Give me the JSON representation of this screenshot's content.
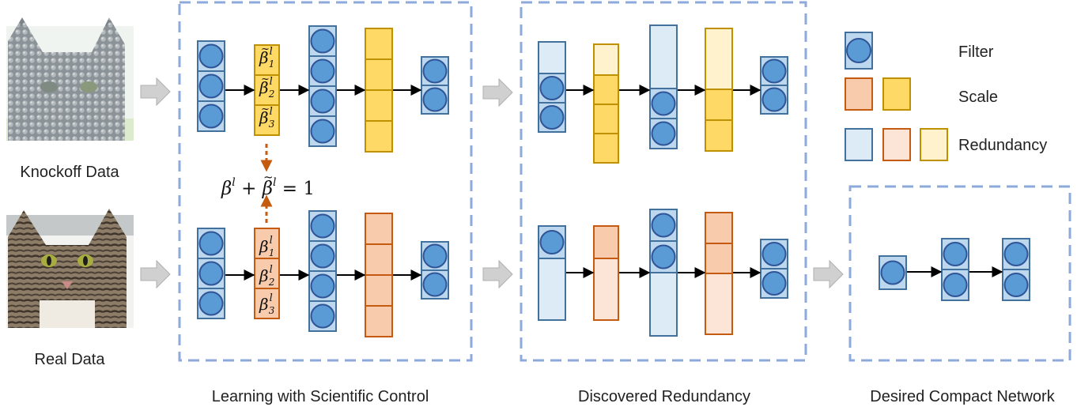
{
  "inputs": {
    "knockoff_label": "Knockoff Data",
    "real_label": "Real Data"
  },
  "sections": {
    "scientific_control": "Learning with Scientific Control",
    "discovered_redundancy": "Discovered Redundancy",
    "compact_network": "Desired Compact Network"
  },
  "equation": {
    "beta": "β",
    "tilde": "~",
    "sup": "l",
    "plus": " + ",
    "rhs": " = 1"
  },
  "scale_labels": {
    "knockoff": [
      {
        "sym": "β",
        "tilde": "~",
        "sub": "1",
        "sup": "l"
      },
      {
        "sym": "β",
        "tilde": "~",
        "sub": "2",
        "sup": "l"
      },
      {
        "sym": "β",
        "tilde": "~",
        "sub": "3",
        "sup": "l"
      }
    ],
    "real": [
      {
        "sym": "β",
        "sub": "1",
        "sup": "l"
      },
      {
        "sym": "β",
        "sub": "2",
        "sup": "l"
      },
      {
        "sym": "β",
        "sub": "3",
        "sup": "l"
      }
    ]
  },
  "legend": {
    "filter": "Filter",
    "scale": "Scale",
    "redundancy": "Redundancy"
  },
  "colors": {
    "dash": "#8eaadb",
    "filter_fill": "#bdd7ee",
    "filter_stroke": "#41719c",
    "circle_fill": "#5b9bd5",
    "circle_stroke": "#2f5597",
    "yellow_fill": "#ffd966",
    "yellow_stroke": "#bf9000",
    "orange_fill": "#f8cbad",
    "orange_stroke": "#c55a11",
    "red_filter_fill": "#ddebf7",
    "red_yellow_fill": "#fff2cc",
    "red_orange_fill": "#fce4d6",
    "block_arrow": "#d0d0d0",
    "dotted_arrow": "#c55a11"
  }
}
